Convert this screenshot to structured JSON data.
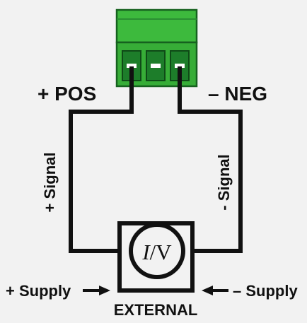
{
  "labels": {
    "pos": "+ POS",
    "neg": "– NEG",
    "signal_pos": "+ Signal",
    "signal_neg": "- Signal",
    "supply_pos": "+ Supply",
    "supply_neg": "– Supply",
    "external": "EXTERNAL",
    "meter_i": "I",
    "meter_slash_v": "/V"
  },
  "colors": {
    "background": "#f2f2f2",
    "connector_green": "#3dba3d",
    "connector_dark": "#1d7d2a",
    "wire": "#111111"
  }
}
